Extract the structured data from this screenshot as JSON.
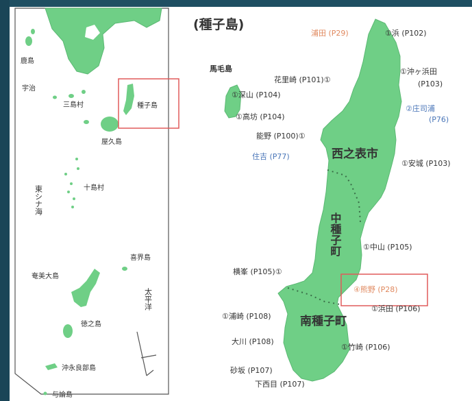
{
  "map": {
    "title": "(種子島)",
    "colors": {
      "land": "#6fcf86",
      "land_stroke": "#5bb873",
      "highlight": "#e05a5a",
      "border": "#555555",
      "blue_label": "#4a76b8",
      "orange_label": "#e0895f"
    },
    "inset": {
      "labels": {
        "kuchinoerabu": "鹿島",
        "yakushima_town": "宇治",
        "mishima": "三島村",
        "tanegashima": "種子島",
        "yakushima": "屋久島",
        "toshima": "十島村",
        "east_china_sea": "東シナ海",
        "kikaijima": "喜界島",
        "amami": "奄美大島",
        "tokunoshima": "徳之島",
        "pacific": "太平洋",
        "okinoerabu": "沖永良部島",
        "yoron": "与論島"
      }
    },
    "main": {
      "islands": {
        "mageshima": "馬毛島"
      },
      "municipalities": {
        "nishinoomote": "西之表市",
        "nakatane": "中種子町",
        "minamitane": "南種子町"
      },
      "places": [
        {
          "text": "浦田 (P29)",
          "color": "orange"
        },
        {
          "text": "①浜 (P102)",
          "color": "default"
        },
        {
          "text": "花里崎 (P101)①",
          "color": "default"
        },
        {
          "text": "①沖ヶ浜田",
          "color": "default"
        },
        {
          "text": "(P103)",
          "color": "default"
        },
        {
          "text": "①深山 (P104)",
          "color": "default"
        },
        {
          "text": "②庄司浦",
          "color": "blue"
        },
        {
          "text": "(P76)",
          "color": "blue"
        },
        {
          "text": "①高坊 (P104)",
          "color": "default"
        },
        {
          "text": "能野 (P100)①",
          "color": "default"
        },
        {
          "text": "住吉 (P77)",
          "color": "blue"
        },
        {
          "text": "①安城 (P103)",
          "color": "default"
        },
        {
          "text": "①中山 (P105)",
          "color": "default"
        },
        {
          "text": "横峯 (P105)①",
          "color": "default"
        },
        {
          "text": "④熊野 (P28)",
          "color": "orange"
        },
        {
          "text": "①浜田 (P106)",
          "color": "default"
        },
        {
          "text": "①浦崎 (P108)",
          "color": "default"
        },
        {
          "text": "大川 (P108)",
          "color": "default"
        },
        {
          "text": "①竹崎 (P106)",
          "color": "default"
        },
        {
          "text": "砂坂 (P107)",
          "color": "default"
        },
        {
          "text": "下西目 (P107)",
          "color": "default"
        }
      ]
    }
  }
}
